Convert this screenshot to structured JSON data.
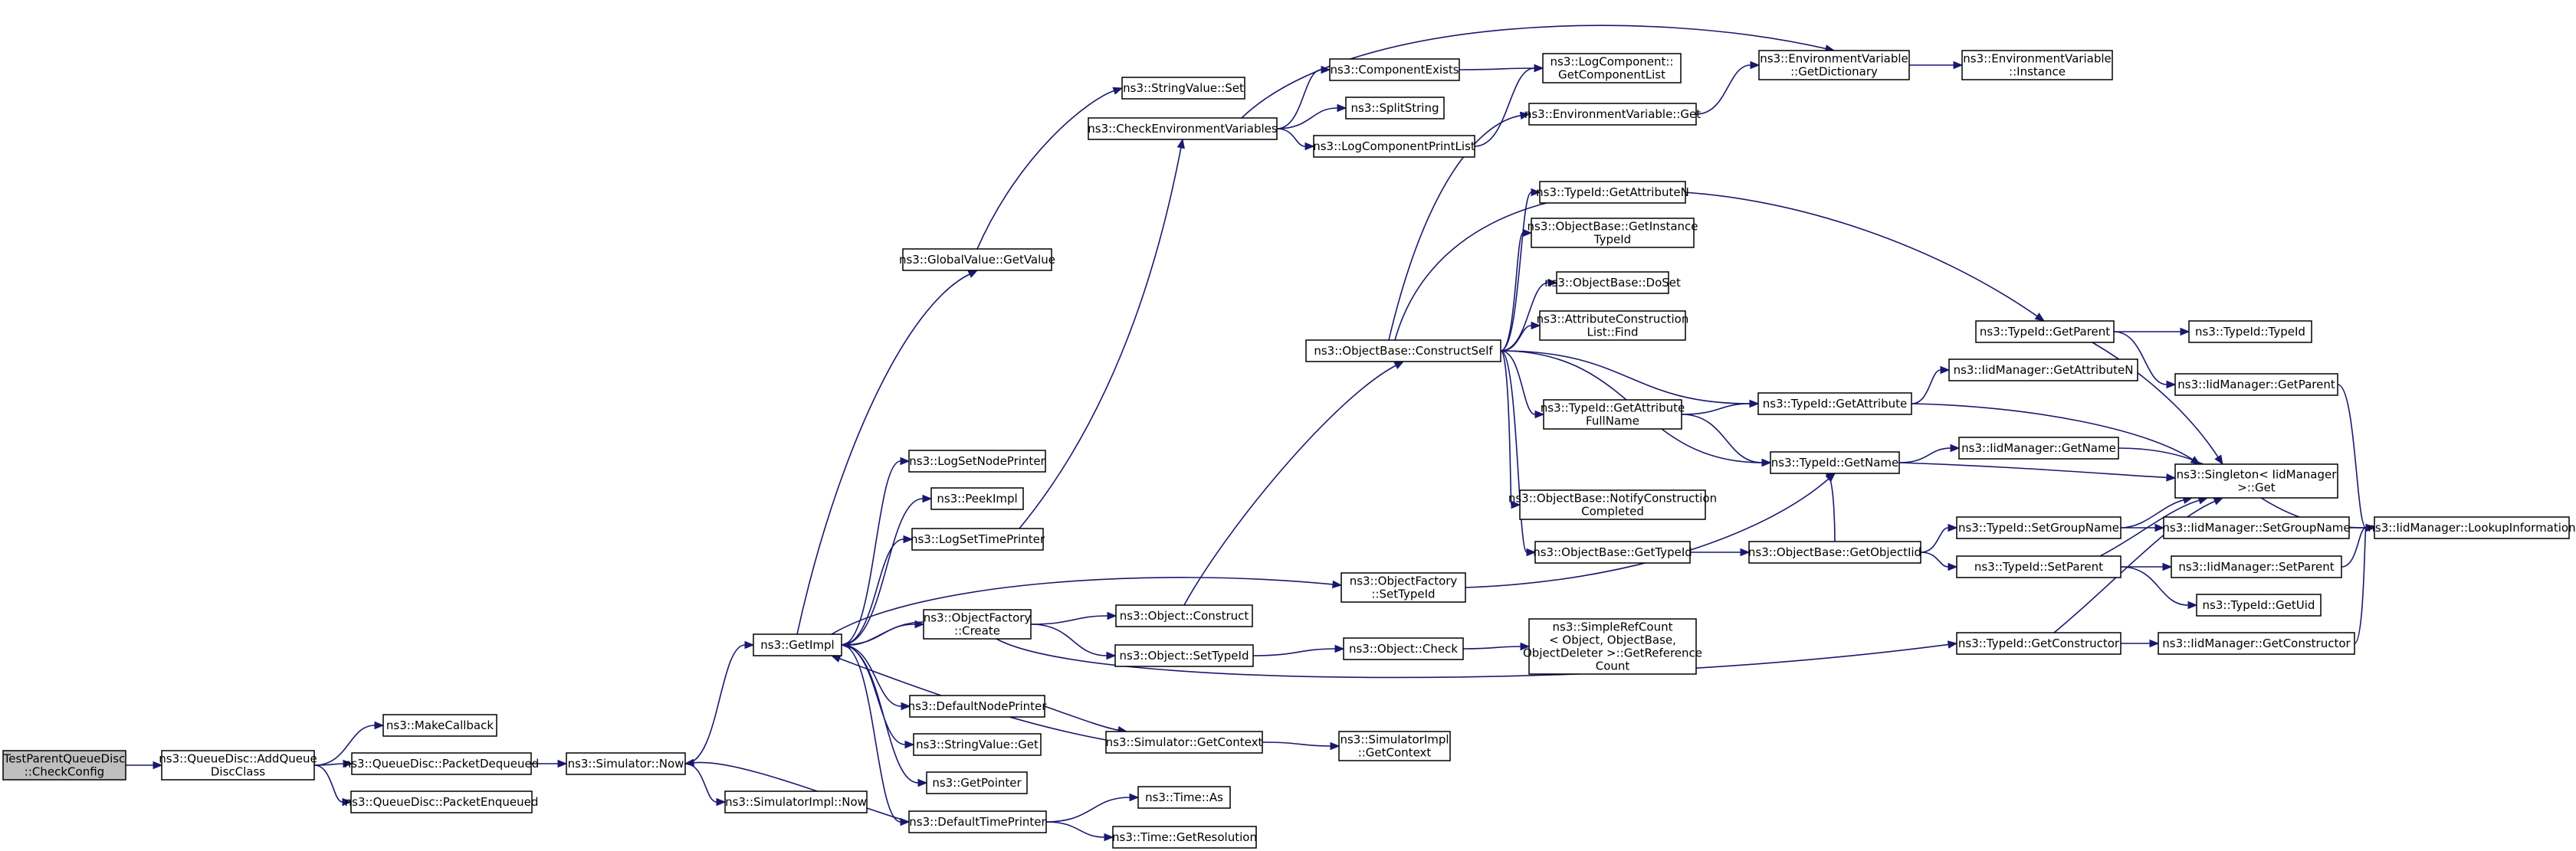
{
  "diagram": {
    "nodes": [
      {
        "id": "root",
        "lines": [
          "TestParentQueueDisc",
          "::CheckConfig"
        ],
        "root": true
      },
      {
        "id": "addq",
        "lines": [
          "ns3::QueueDisc::AddQueue",
          "DiscClass"
        ]
      },
      {
        "id": "makecb",
        "lines": [
          "ns3::MakeCallback"
        ]
      },
      {
        "id": "pktdeq",
        "lines": [
          "ns3::QueueDisc::PacketDequeued"
        ]
      },
      {
        "id": "pktenq",
        "lines": [
          "ns3::QueueDisc::PacketEnqueued"
        ]
      },
      {
        "id": "simnow",
        "lines": [
          "ns3::Simulator::Now"
        ]
      },
      {
        "id": "simimplnow",
        "lines": [
          "ns3::SimulatorImpl::Now"
        ]
      },
      {
        "id": "getimpl",
        "lines": [
          "ns3::GetImpl"
        ]
      },
      {
        "id": "gvgetvalue",
        "lines": [
          "ns3::GlobalValue::GetValue"
        ]
      },
      {
        "id": "strvalset",
        "lines": [
          "ns3::StringValue::Set"
        ]
      },
      {
        "id": "checkenv",
        "lines": [
          "ns3::CheckEnvironmentVariables"
        ]
      },
      {
        "id": "compexists",
        "lines": [
          "ns3::ComponentExists"
        ]
      },
      {
        "id": "splitstring",
        "lines": [
          "ns3::SplitString"
        ]
      },
      {
        "id": "logcompprint",
        "lines": [
          "ns3::LogComponentPrintList"
        ]
      },
      {
        "id": "logcompget",
        "lines": [
          "ns3::LogComponent::",
          "GetComponentList"
        ]
      },
      {
        "id": "envvarget",
        "lines": [
          "ns3::EnvironmentVariable::Get"
        ]
      },
      {
        "id": "envvardict",
        "lines": [
          "ns3::EnvironmentVariable",
          "::GetDictionary"
        ]
      },
      {
        "id": "envvarinst",
        "lines": [
          "ns3::EnvironmentVariable",
          "::Instance"
        ]
      },
      {
        "id": "lognodeprinter",
        "lines": [
          "ns3::LogSetNodePrinter"
        ]
      },
      {
        "id": "peekimpl",
        "lines": [
          "ns3::PeekImpl"
        ]
      },
      {
        "id": "logtimeprinter",
        "lines": [
          "ns3::LogSetTimePrinter"
        ]
      },
      {
        "id": "objfactcreate",
        "lines": [
          "ns3::ObjectFactory",
          "::Create"
        ]
      },
      {
        "id": "defnodeprinter",
        "lines": [
          "ns3::DefaultNodePrinter"
        ]
      },
      {
        "id": "strvalget",
        "lines": [
          "ns3::StringValue::Get"
        ]
      },
      {
        "id": "getpointer",
        "lines": [
          "ns3::GetPointer"
        ]
      },
      {
        "id": "deftimeprinter",
        "lines": [
          "ns3::DefaultTimePrinter"
        ]
      },
      {
        "id": "timeas",
        "lines": [
          "ns3::Time::As"
        ]
      },
      {
        "id": "timegetres",
        "lines": [
          "ns3::Time::GetResolution"
        ]
      },
      {
        "id": "objconstruct",
        "lines": [
          "ns3::Object::Construct"
        ]
      },
      {
        "id": "objsettypeid",
        "lines": [
          "ns3::Object::SetTypeId"
        ]
      },
      {
        "id": "objcheck",
        "lines": [
          "ns3::Object::Check"
        ]
      },
      {
        "id": "simplerefcount",
        "lines": [
          "ns3::SimpleRefCount",
          "< Object, ObjectBase,",
          "ObjectDeleter >::GetReference",
          "Count"
        ]
      },
      {
        "id": "simgetcontext",
        "lines": [
          "ns3::Simulator::GetContext"
        ]
      },
      {
        "id": "simimplgetcontext",
        "lines": [
          "ns3::SimulatorImpl",
          "::GetContext"
        ]
      },
      {
        "id": "objfactsettypeid",
        "lines": [
          "ns3::ObjectFactory",
          "::SetTypeId"
        ]
      },
      {
        "id": "constructself",
        "lines": [
          "ns3::ObjectBase::ConstructSelf"
        ]
      },
      {
        "id": "tidgetattrn",
        "lines": [
          "ns3::TypeId::GetAttributeN"
        ]
      },
      {
        "id": "obgetinsttid",
        "lines": [
          "ns3::ObjectBase::GetInstance",
          "TypeId"
        ]
      },
      {
        "id": "obdoset",
        "lines": [
          "ns3::ObjectBase::DoSet"
        ]
      },
      {
        "id": "attrconstr",
        "lines": [
          "ns3::AttributeConstruction",
          "List::Find"
        ]
      },
      {
        "id": "tidgetattrfull",
        "lines": [
          "ns3::TypeId::GetAttribute",
          "FullName"
        ]
      },
      {
        "id": "obnotify",
        "lines": [
          "ns3::ObjectBase::NotifyConstruction",
          "Completed"
        ]
      },
      {
        "id": "obgettypeid",
        "lines": [
          "ns3::ObjectBase::GetTypeId"
        ]
      },
      {
        "id": "obgetobjtid",
        "lines": [
          "ns3::ObjectBase::GetObjectIid"
        ]
      },
      {
        "id": "tidgetattr",
        "lines": [
          "ns3::TypeId::GetAttribute"
        ]
      },
      {
        "id": "tidgetname",
        "lines": [
          "ns3::TypeId::GetName"
        ]
      },
      {
        "id": "tidgetparent",
        "lines": [
          "ns3::TypeId::GetParent"
        ]
      },
      {
        "id": "tidtypeid",
        "lines": [
          "ns3::TypeId::TypeId"
        ]
      },
      {
        "id": "iidgetattrn",
        "lines": [
          "ns3::IidManager::GetAttributeN"
        ]
      },
      {
        "id": "iidgetparent",
        "lines": [
          "ns3::IidManager::GetParent"
        ]
      },
      {
        "id": "iidgetname",
        "lines": [
          "ns3::IidManager::GetName"
        ]
      },
      {
        "id": "singleton",
        "lines": [
          "ns3::Singleton< IidManager",
          " >::Get"
        ]
      },
      {
        "id": "tidsetgroup",
        "lines": [
          "ns3::TypeId::SetGroupName"
        ]
      },
      {
        "id": "tidsetparent",
        "lines": [
          "ns3::TypeId::SetParent"
        ]
      },
      {
        "id": "iidsetgroup",
        "lines": [
          "ns3::IidManager::SetGroupName"
        ]
      },
      {
        "id": "iidsetparent",
        "lines": [
          "ns3::IidManager::SetParent"
        ]
      },
      {
        "id": "tidgetuid",
        "lines": [
          "ns3::TypeId::GetUid"
        ]
      },
      {
        "id": "tidgetctor",
        "lines": [
          "ns3::TypeId::GetConstructor"
        ]
      },
      {
        "id": "iidgetctor",
        "lines": [
          "ns3::IidManager::GetConstructor"
        ]
      },
      {
        "id": "iidlookup",
        "lines": [
          "ns3::IidManager::LookupInformation"
        ]
      }
    ],
    "edges": [
      [
        "root",
        "addq"
      ],
      [
        "addq",
        "makecb"
      ],
      [
        "addq",
        "pktdeq"
      ],
      [
        "addq",
        "pktenq"
      ],
      [
        "pktdeq",
        "simnow"
      ],
      [
        "simnow",
        "getimpl"
      ],
      [
        "simnow",
        "simimplnow"
      ],
      [
        "getimpl",
        "gvgetvalue"
      ],
      [
        "getimpl",
        "lognodeprinter"
      ],
      [
        "getimpl",
        "peekimpl"
      ],
      [
        "getimpl",
        "logtimeprinter"
      ],
      [
        "getimpl",
        "objfactcreate"
      ],
      [
        "getimpl",
        "objfactsettypeid"
      ],
      [
        "getimpl",
        "defnodeprinter"
      ],
      [
        "getimpl",
        "strvalget"
      ],
      [
        "getimpl",
        "getpointer"
      ],
      [
        "getimpl",
        "deftimeprinter"
      ],
      [
        "gvgetvalue",
        "strvalset"
      ],
      [
        "logtimeprinter",
        "checkenv"
      ],
      [
        "checkenv",
        "compexists"
      ],
      [
        "checkenv",
        "splitstring"
      ],
      [
        "checkenv",
        "logcompprint"
      ],
      [
        "checkenv",
        "envvardict"
      ],
      [
        "compexists",
        "logcompget"
      ],
      [
        "logcompprint",
        "logcompget"
      ],
      [
        "envvarget",
        "envvardict"
      ],
      [
        "envvardict",
        "envvarinst"
      ],
      [
        "objfactcreate",
        "objconstruct"
      ],
      [
        "objfactcreate",
        "objsettypeid"
      ],
      [
        "objfactcreate",
        "tidgetctor"
      ],
      [
        "objfactcreate",
        "getimpl"
      ],
      [
        "objconstruct",
        "constructself"
      ],
      [
        "objsettypeid",
        "objcheck"
      ],
      [
        "objcheck",
        "simplerefcount"
      ],
      [
        "defnodeprinter",
        "simgetcontext"
      ],
      [
        "simgetcontext",
        "simimplgetcontext"
      ],
      [
        "simgetcontext",
        "getimpl"
      ],
      [
        "deftimeprinter",
        "timeas"
      ],
      [
        "deftimeprinter",
        "timegetres"
      ],
      [
        "deftimeprinter",
        "simnow"
      ],
      [
        "objfactsettypeid",
        "tidgetname"
      ],
      [
        "constructself",
        "envvarget"
      ],
      [
        "constructself",
        "tidgetparent"
      ],
      [
        "constructself",
        "tidgetattrn"
      ],
      [
        "constructself",
        "obgetinsttid"
      ],
      [
        "constructself",
        "obdoset"
      ],
      [
        "constructself",
        "attrconstr"
      ],
      [
        "constructself",
        "tidgetattr"
      ],
      [
        "constructself",
        "tidgetattrfull"
      ],
      [
        "constructself",
        "tidgetname"
      ],
      [
        "constructself",
        "obnotify"
      ],
      [
        "constructself",
        "obgettypeid"
      ],
      [
        "tidgetattrfull",
        "tidgetattr"
      ],
      [
        "tidgetattrfull",
        "tidgetname"
      ],
      [
        "obgettypeid",
        "obgetobjtid"
      ],
      [
        "obgetobjtid",
        "tidgetname"
      ],
      [
        "obgetobjtid",
        "tidsetgroup"
      ],
      [
        "obgetobjtid",
        "tidsetparent"
      ],
      [
        "tidgetattr",
        "iidgetattrn"
      ],
      [
        "tidgetattr",
        "singleton"
      ],
      [
        "tidgetname",
        "iidgetname"
      ],
      [
        "tidgetname",
        "singleton"
      ],
      [
        "tidgetparent",
        "tidtypeid"
      ],
      [
        "tidgetparent",
        "iidgetparent"
      ],
      [
        "tidgetparent",
        "singleton"
      ],
      [
        "iidgetparent",
        "iidlookup"
      ],
      [
        "iidgetname",
        "iidlookup"
      ],
      [
        "tidsetgroup",
        "singleton"
      ],
      [
        "tidsetgroup",
        "iidsetgroup"
      ],
      [
        "tidsetparent",
        "singleton"
      ],
      [
        "tidsetparent",
        "iidsetparent"
      ],
      [
        "tidsetparent",
        "tidgetuid"
      ],
      [
        "iidsetgroup",
        "iidlookup"
      ],
      [
        "iidsetparent",
        "iidlookup"
      ],
      [
        "tidgetctor",
        "singleton"
      ],
      [
        "tidgetctor",
        "iidgetctor"
      ],
      [
        "iidgetctor",
        "iidlookup"
      ]
    ]
  }
}
